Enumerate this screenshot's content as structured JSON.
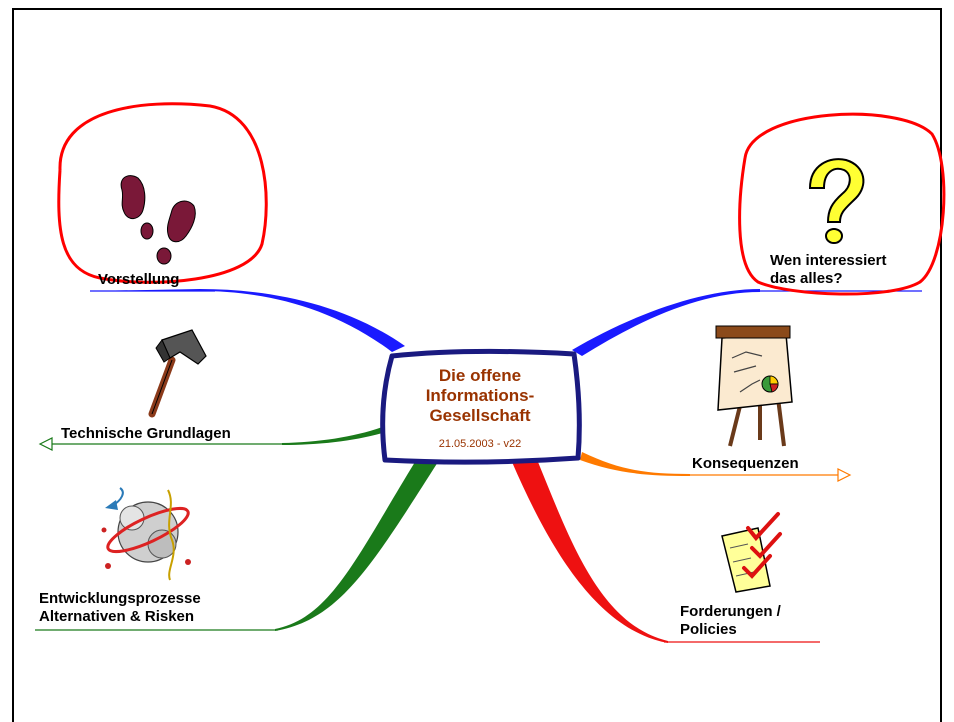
{
  "center": {
    "title": "Die offene\nInformations-\nGesellschaft",
    "subtitle": "21.05.2003 - v22"
  },
  "branches": {
    "vorstellung": "Vorstellung",
    "technische": "Technische Grundlagen",
    "entwicklung": "Entwicklungsprozesse\nAlternativen & Risken",
    "wen": "Wen interessiert\ndas alles?",
    "konsequenzen": "Konsequenzen",
    "forderungen": "Forderungen /\nPolicies"
  },
  "colors": {
    "blue": "#1a1aff",
    "green": "#1a7a1a",
    "red": "#ee1111",
    "orange": "#ff7a00",
    "center_border": "#1a1a80",
    "title": "#993300",
    "annotation": "#ff0000"
  },
  "icons": [
    "footprints-icon",
    "hammer-icon",
    "explosion-icon",
    "question-mark-icon",
    "flipchart-icon",
    "checklist-icon"
  ]
}
